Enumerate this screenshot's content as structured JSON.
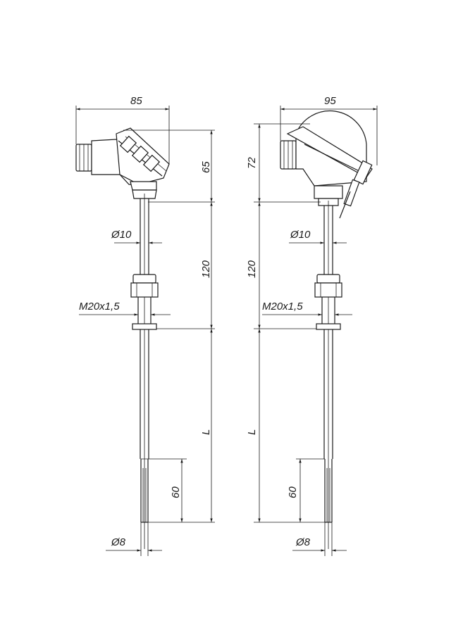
{
  "left_view": {
    "width_dim": "85",
    "head_height_dim": "65",
    "stem_diameter_dim": "Ø10",
    "stem_length_dim": "120",
    "thread_dim": "M20x1,5",
    "immersion_length_dim": "L",
    "tip_length_dim": "60",
    "tip_diameter_dim": "Ø8"
  },
  "right_view": {
    "width_dim": "95",
    "head_height_dim": "72",
    "stem_diameter_dim": "Ø10",
    "stem_length_dim": "120",
    "thread_dim": "M20x1,5",
    "immersion_length_dim": "L",
    "tip_length_dim": "60",
    "tip_diameter_dim": "Ø8"
  }
}
